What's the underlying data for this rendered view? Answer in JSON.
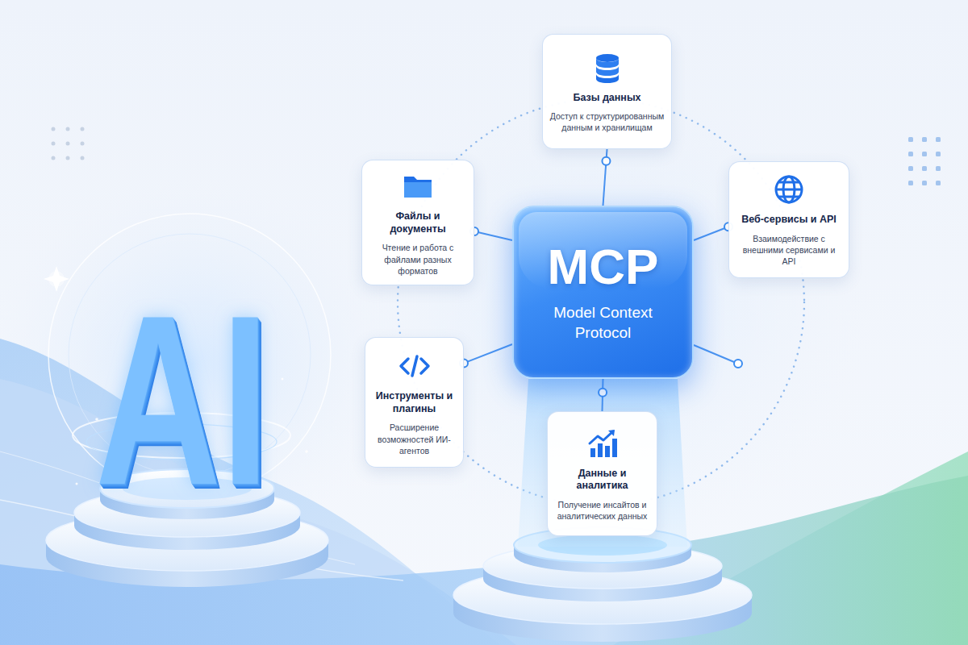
{
  "diagram": {
    "nodes": [
      {
        "text": [
          "Базы данных",
          "Доступ к структурированным данным и хранилищам"
        ]
      },
      {
        "text": [
          "Файлы и документы",
          "Чтение и работа с файлами разных форматов"
        ]
      },
      {
        "text": [
          "Веб-сервисы и API",
          "Взаимодействие с внешними сервисами и API"
        ]
      },
      {
        "text": [
          "MCP",
          "Model Context Protocol"
        ]
      },
      {
        "text": [
          "Инструменты и плагины",
          "Расширение возможностей ИИ-агентов"
        ]
      },
      {
        "text": [
          "Данные и аналитика",
          "Получение инсайтов и аналитических данных"
        ]
      }
    ],
    "edges": [
      {
        "from": 3,
        "to": 0,
        "arrow": "none"
      },
      {
        "from": 3,
        "to": 1,
        "arrow": "none"
      },
      {
        "from": 3,
        "to": 2,
        "arrow": "none"
      },
      {
        "from": 3,
        "to": 4,
        "arrow": "none"
      },
      {
        "from": 3,
        "to": 5,
        "arrow": "none"
      }
    ],
    "labels": [
      "AI"
    ]
  }
}
